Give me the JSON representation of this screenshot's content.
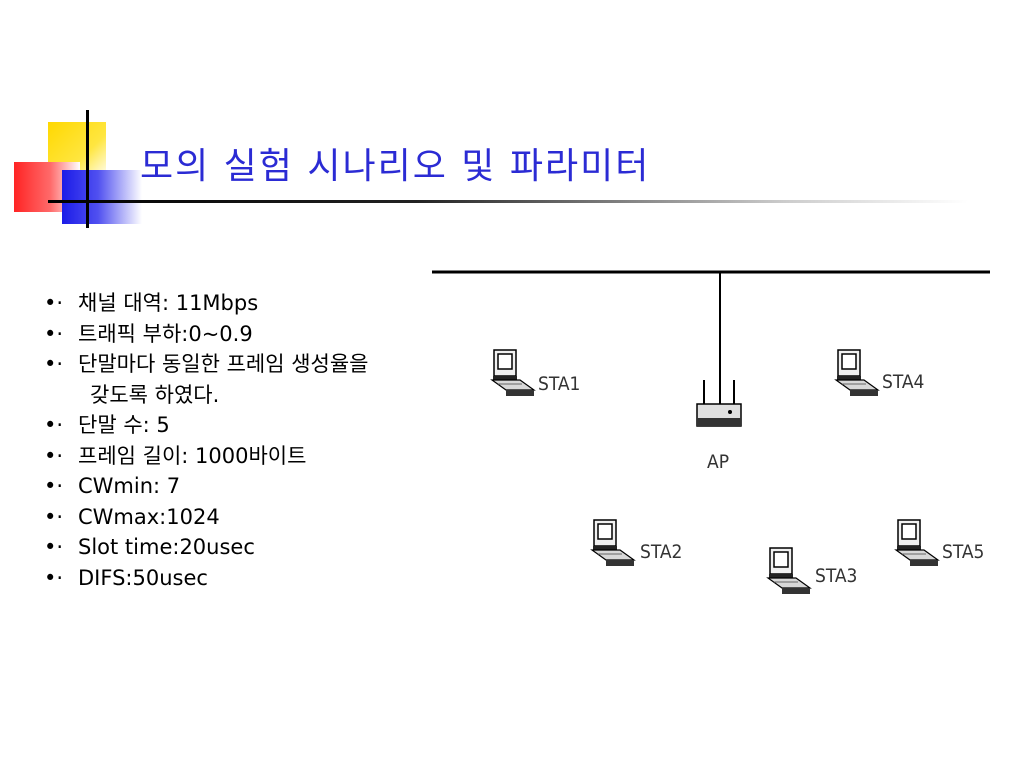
{
  "slide": {
    "title": "모의 실험 시나리오 및 파라미터",
    "bullet_glyph": "•·",
    "bullets": [
      "채널 대역: 11Mbps",
      "트래픽 부하:0~0.9",
      "단말마다 동일한 프레임 생성율을",
      "단말 수: 5",
      "프레임 길이: 1000바이트",
      "CWmin: 7",
      "CWmax:1024",
      "Slot time:20usec",
      "DIFS:50usec"
    ],
    "bullet_continuation": "갖도록 하였다."
  },
  "diagram": {
    "ap_label": "AP",
    "stations": [
      "STA1",
      "STA2",
      "STA3",
      "STA4",
      "STA5"
    ]
  },
  "colors": {
    "title": "#2b2bd4",
    "logo_yellow": "#ffd800",
    "logo_red": "#ff2424",
    "logo_blue": "#1c1ce8"
  }
}
